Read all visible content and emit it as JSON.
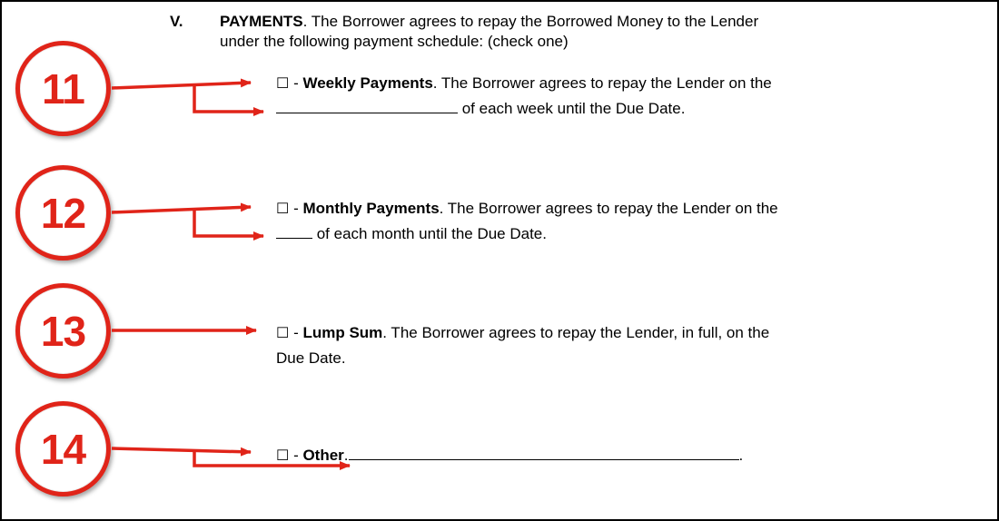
{
  "document": {
    "section_number": "V.",
    "section_title": "PAYMENTS",
    "intro_line1": ". The Borrower agrees to repay the Borrowed Money to the Lender",
    "intro_line2": "under the following payment schedule: (check one)"
  },
  "items": [
    {
      "callout_number": "11",
      "checkbox": "☐",
      "dash": " - ",
      "label": "Weekly Payments",
      "after_label": ". The Borrower agrees to repay the Lender on the",
      "line2_suffix": " of each week until the Due Date."
    },
    {
      "callout_number": "12",
      "checkbox": "☐",
      "dash": " - ",
      "label": "Monthly Payments",
      "after_label": ". The Borrower agrees to repay the Lender on the",
      "line2_suffix": " of each month until the Due Date."
    },
    {
      "callout_number": "13",
      "checkbox": "☐",
      "dash": " - ",
      "label": "Lump Sum",
      "after_label": ". The Borrower agrees to repay the Lender, in full, on the",
      "line2_suffix": "Due Date."
    },
    {
      "callout_number": "14",
      "checkbox": "☐",
      "dash": " - ",
      "label": "Other",
      "after_label": ".",
      "after_blank": "."
    }
  ],
  "colors": {
    "accent_red": "#e02419",
    "text_black": "#000000",
    "background": "#ffffff"
  }
}
